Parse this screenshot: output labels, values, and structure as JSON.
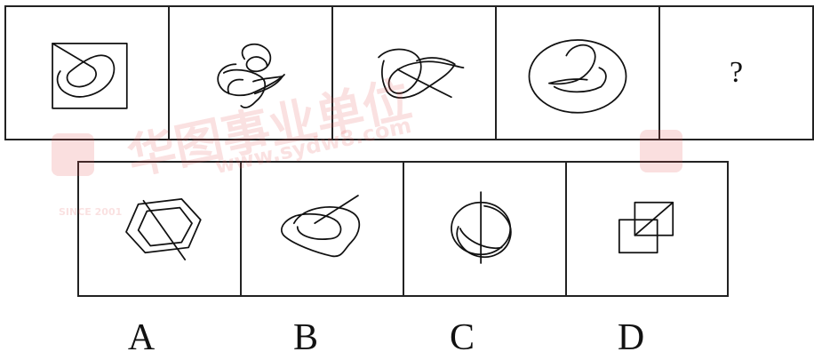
{
  "question": {
    "sequence_placeholder": "?"
  },
  "options": [
    {
      "label": "A"
    },
    {
      "label": "B"
    },
    {
      "label": "C"
    },
    {
      "label": "D"
    }
  ],
  "watermark": {
    "brand_text": "华图事业单位",
    "site_text": "www.sydw8.com",
    "since_text": "SINCE 2001"
  }
}
